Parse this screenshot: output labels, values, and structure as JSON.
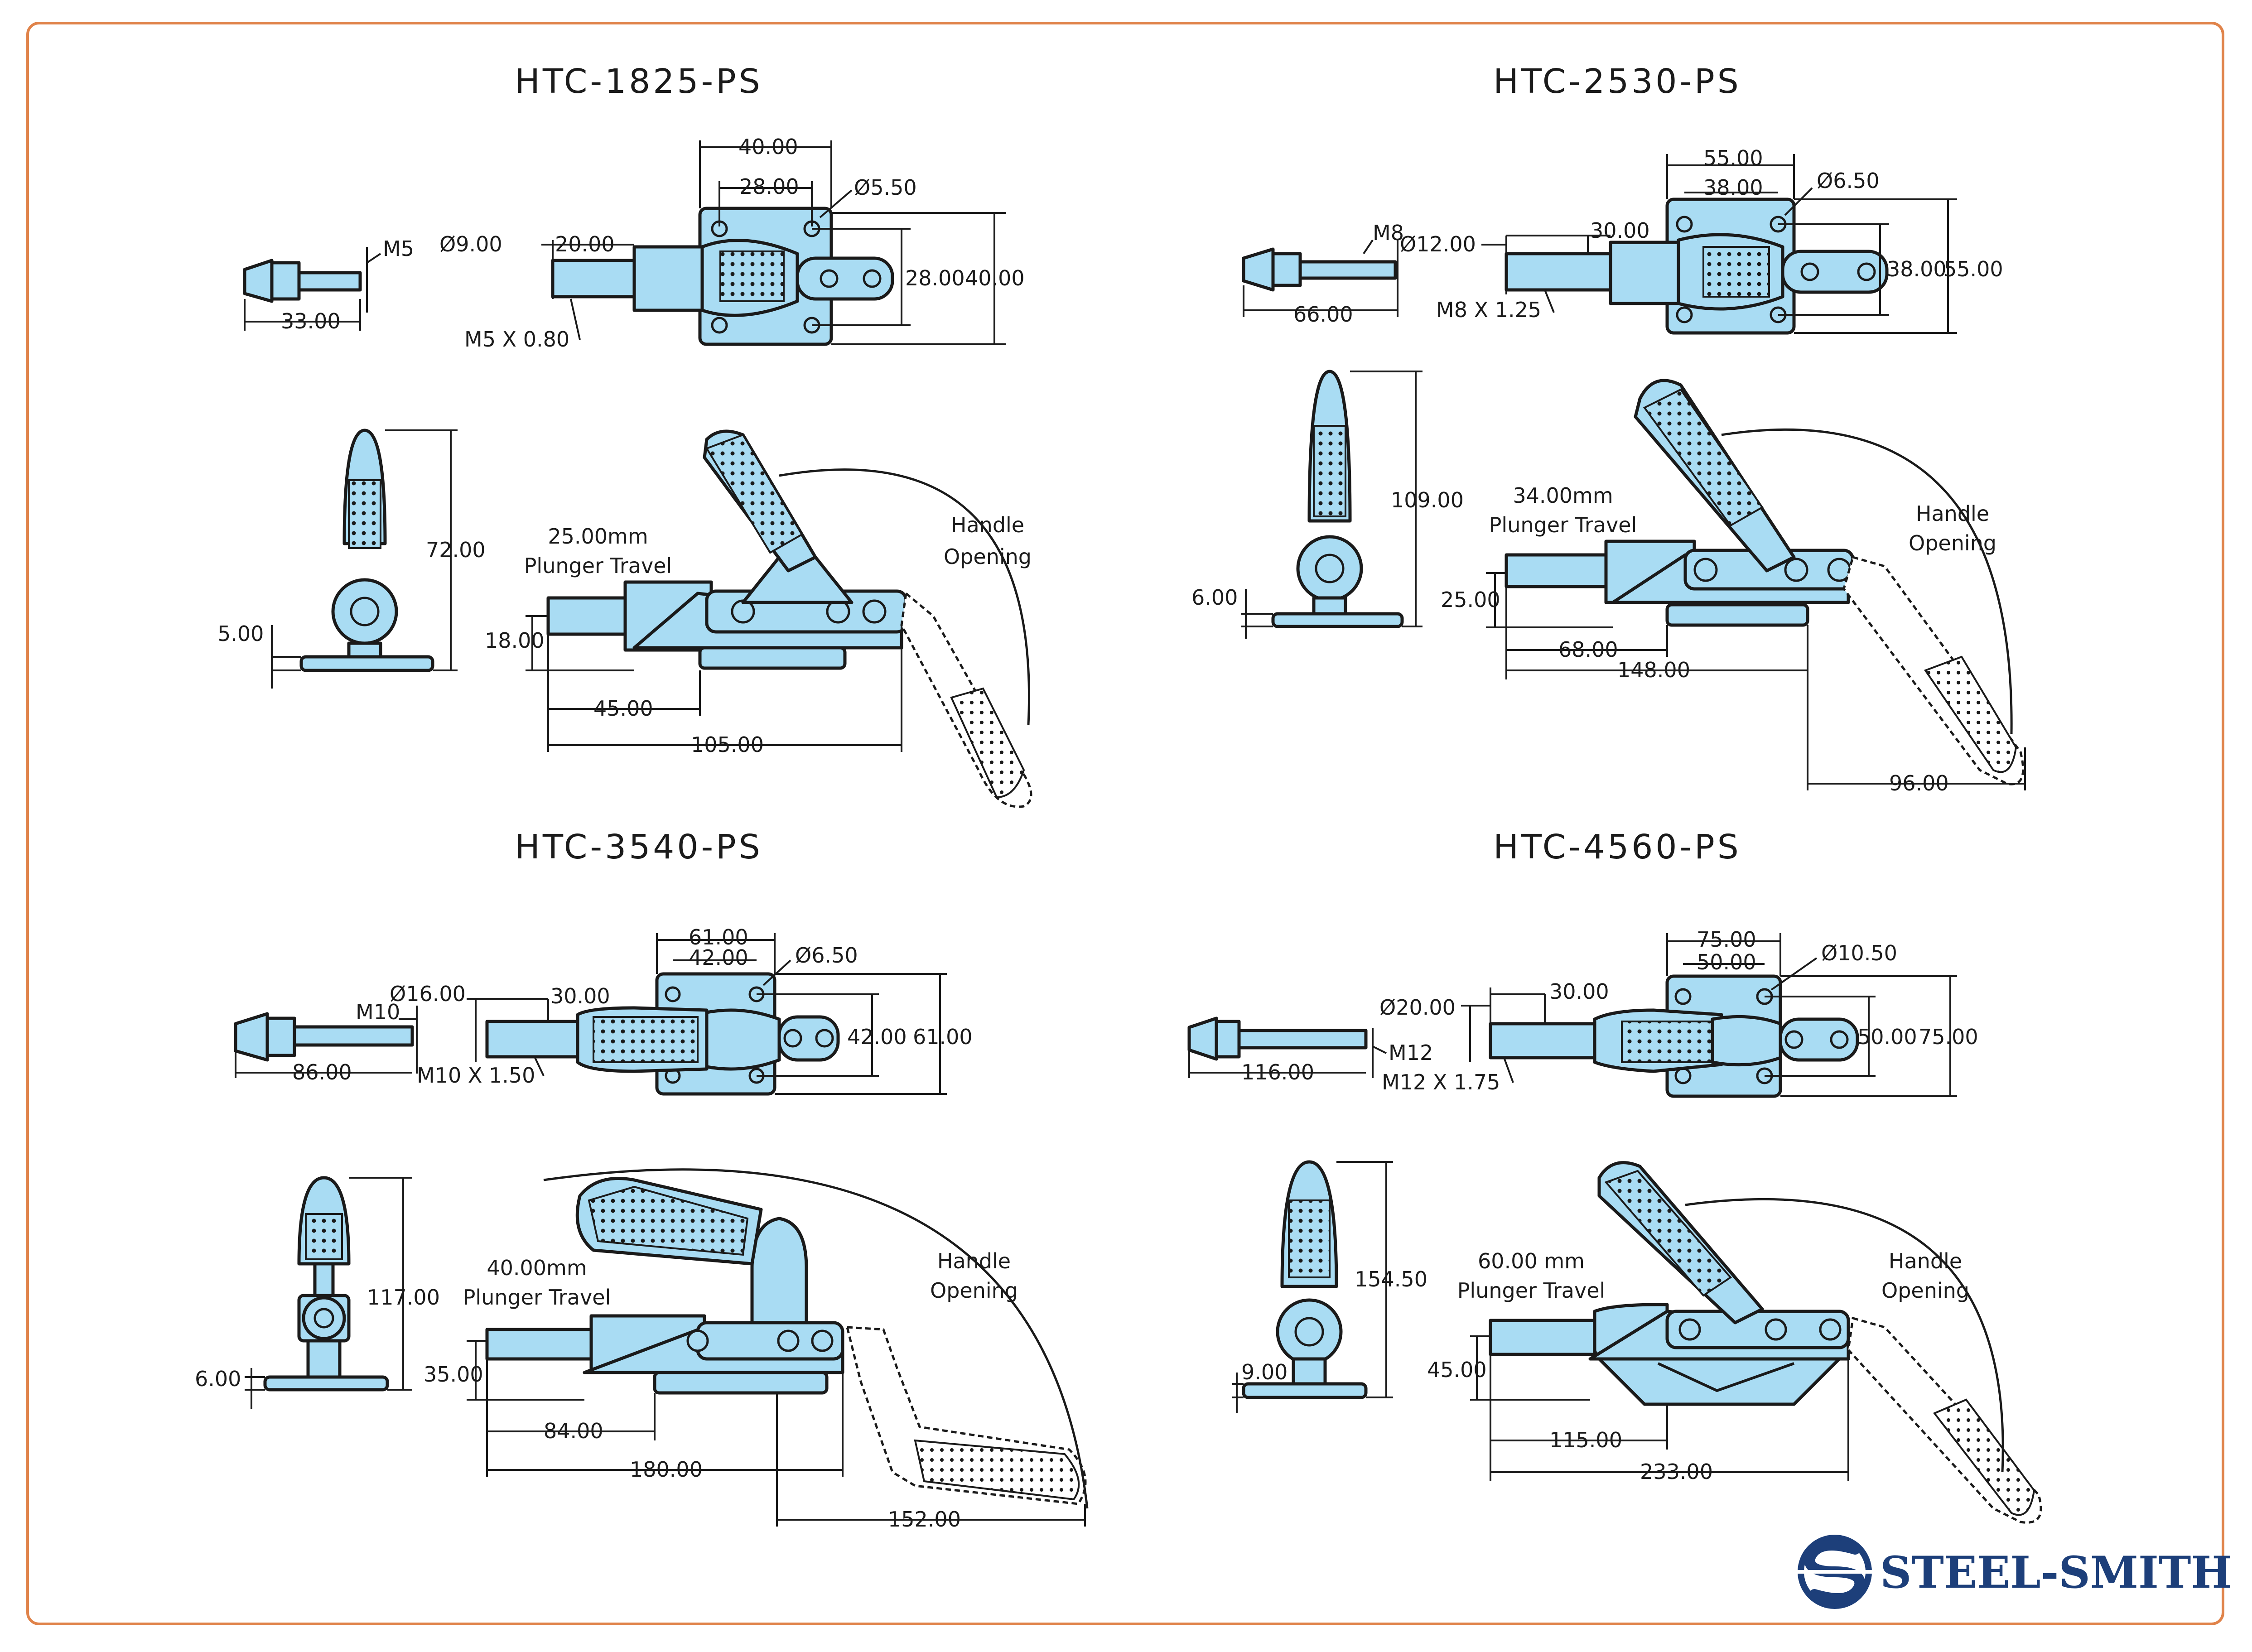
{
  "brand": {
    "name": "STEEL-SMITH",
    "color": "#1d3f7a",
    "frame_color": "#e0834a",
    "part_color": "#a9dcf3"
  },
  "models": [
    {
      "title": "HTC-1825-PS",
      "top": {
        "thread": "M5",
        "bolt_len": "33.00",
        "dia": "Ø9.00",
        "stroke": "20.00",
        "thread_spec": "M5 X 0.80",
        "base_w": "40.00",
        "hole_w": "28.00",
        "hole_dia": "Ø5.50",
        "hole_h": "28.00",
        "base_h": "40.00"
      },
      "side": {
        "height": "72.00",
        "base": "5.00",
        "travel_value": "25.00mm",
        "travel_label": "Plunger Travel",
        "plunger_h": "18.00",
        "len1": "45.00",
        "len2": "105.00",
        "handle_label": [
          "Handle",
          "Opening"
        ]
      }
    },
    {
      "title": "HTC-2530-PS",
      "top": {
        "thread": "M8",
        "bolt_len": "66.00",
        "dia": "Ø12.00",
        "stroke": "30.00",
        "thread_spec": "M8 X 1.25",
        "base_w": "55.00",
        "hole_w": "38.00",
        "hole_dia": "Ø6.50",
        "hole_h": "38.00",
        "base_h": "55.00"
      },
      "side": {
        "height": "109.00",
        "base": "6.00",
        "travel_value": "34.00mm",
        "travel_label": "Plunger Travel",
        "plunger_h": "25.00",
        "len1": "68.00",
        "len2": "148.00",
        "extra": "96.00",
        "handle_label": [
          "Handle",
          "Opening"
        ]
      }
    },
    {
      "title": "HTC-3540-PS",
      "top": {
        "thread": "M10",
        "bolt_len": "86.00",
        "dia": "Ø16.00",
        "stroke": "30.00",
        "thread_spec": "M10 X 1.50",
        "base_w": "61.00",
        "hole_w": "42.00",
        "hole_dia": "Ø6.50",
        "hole_h": "42.00",
        "base_h": "61.00"
      },
      "side": {
        "height": "117.00",
        "base": "6.00",
        "travel_value": "40.00mm",
        "travel_label": "Plunger Travel",
        "plunger_h": "35.00",
        "len1": "84.00",
        "len2": "180.00",
        "extra": "152.00",
        "handle_label": [
          "Handle",
          "Opening"
        ]
      }
    },
    {
      "title": "HTC-4560-PS",
      "top": {
        "thread": "M12",
        "bolt_len": "116.00",
        "dia": "Ø20.00",
        "stroke": "30.00",
        "thread_spec": "M12 X 1.75",
        "base_w": "75.00",
        "hole_w": "50.00",
        "hole_dia": "Ø10.50",
        "hole_h": "50.00",
        "base_h": "75.00"
      },
      "side": {
        "height": "154.50",
        "base": "9.00",
        "travel_value": "60.00 mm",
        "travel_label": "Plunger Travel",
        "plunger_h": "45.00",
        "len1": "115.00",
        "len2": "233.00",
        "handle_label": [
          "Handle",
          "Opening"
        ]
      }
    }
  ]
}
